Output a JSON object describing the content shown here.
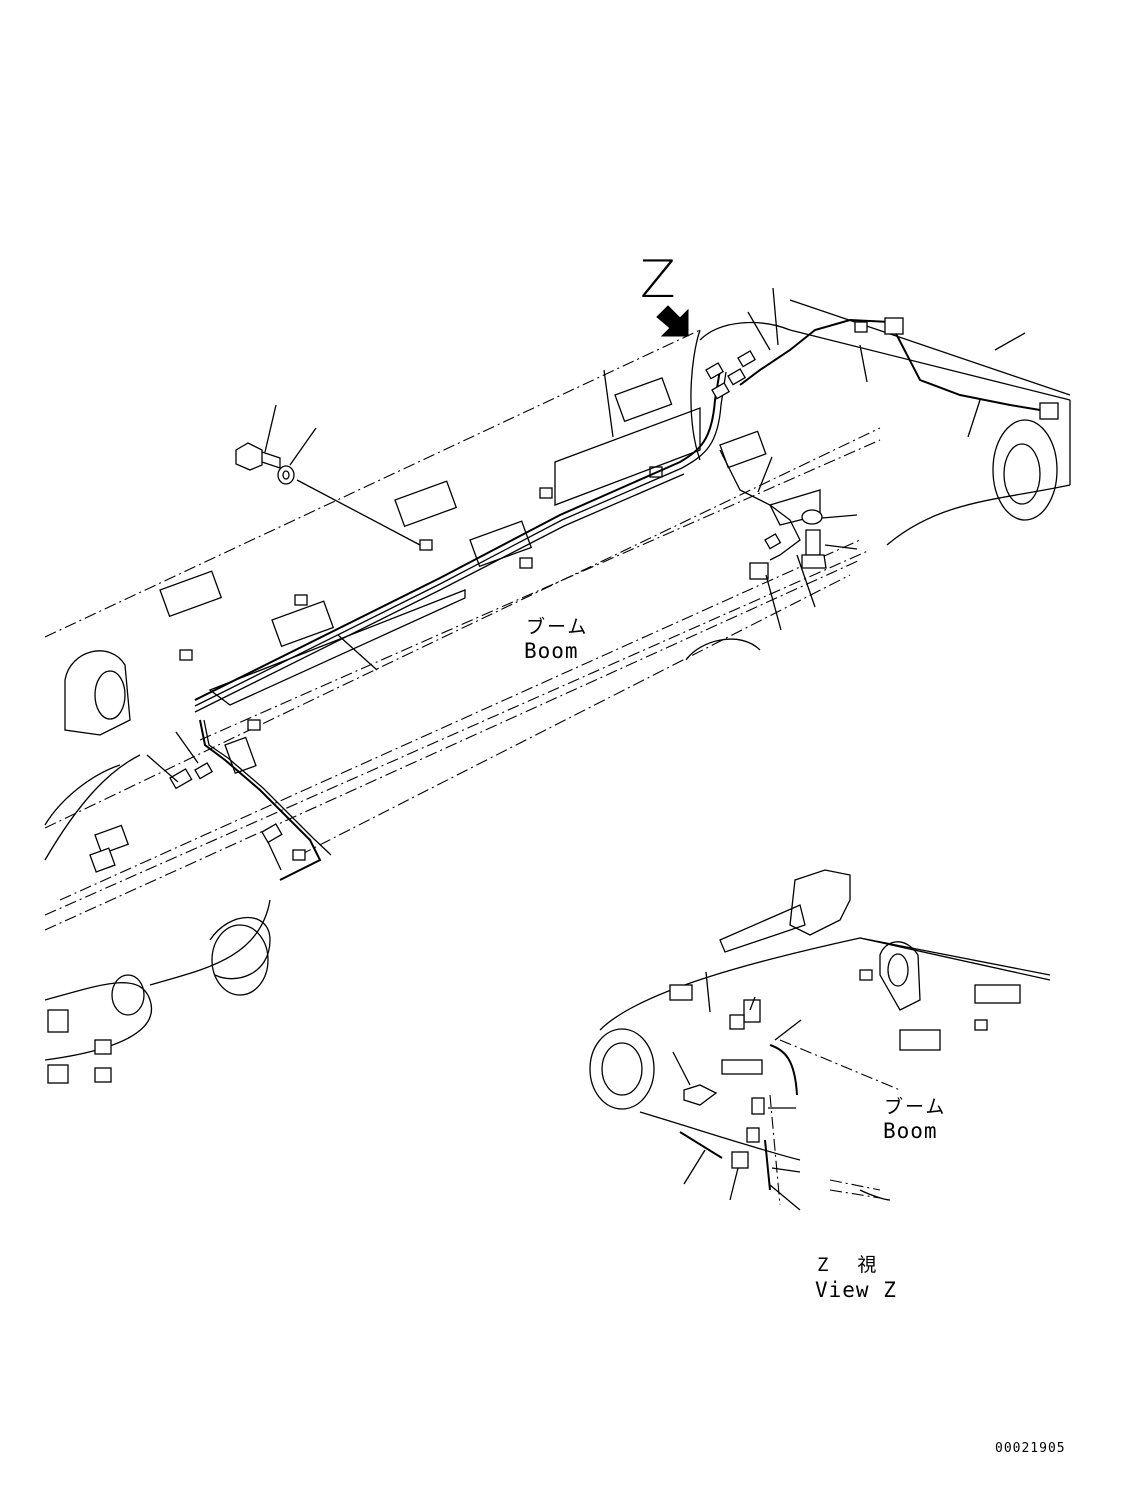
{
  "view_marker": "Z",
  "main_view": {
    "part_label_jp": "ブーム",
    "part_label_en": "Boom"
  },
  "detail_view": {
    "part_label_jp": "ブーム",
    "part_label_en": "Boom",
    "caption_jp": "Z  視",
    "caption_en": "View Z"
  },
  "drawing_number": "00021905"
}
